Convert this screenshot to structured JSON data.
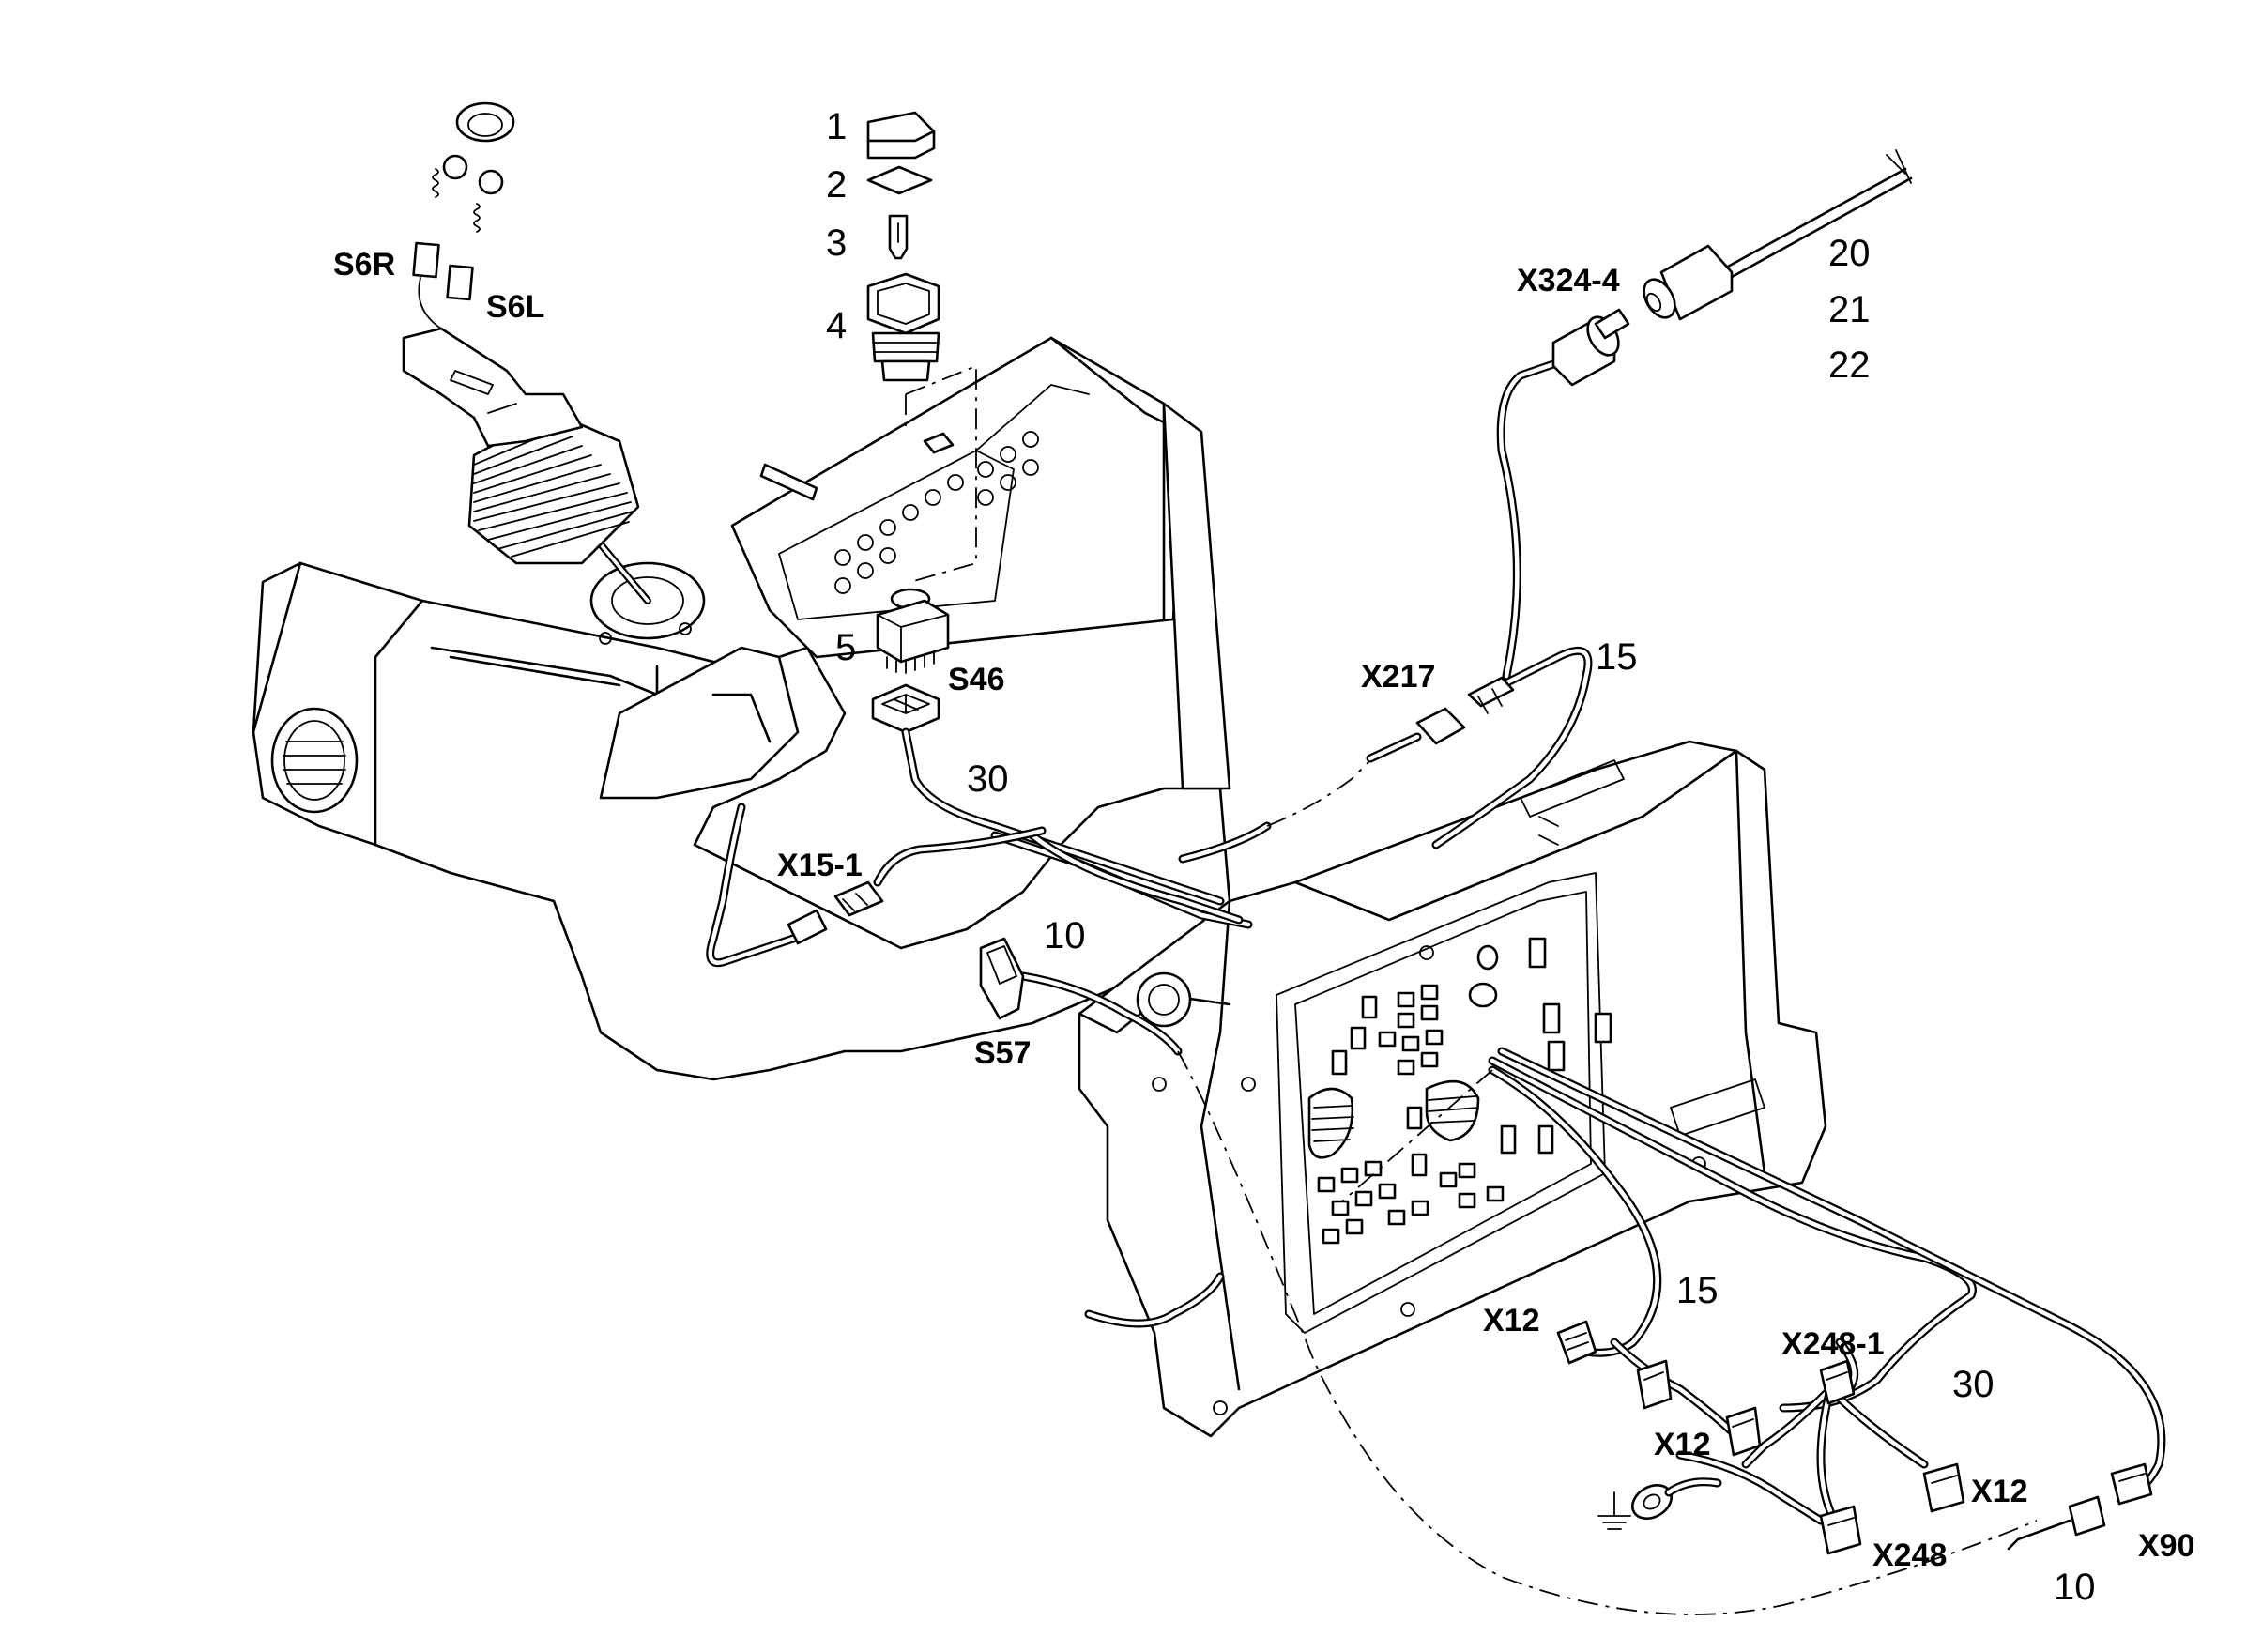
{
  "callouts": {
    "part_1": "1",
    "part_2": "2",
    "part_3": "3",
    "part_4": "4",
    "part_5": "5",
    "part_20": "20",
    "part_21": "21",
    "part_22": "22",
    "part_15_top": "15",
    "part_30_top": "30",
    "part_10_top": "10",
    "part_15_bottom": "15",
    "part_30_bottom": "30",
    "part_10_bottom": "10"
  },
  "connectors": {
    "s6r": "S6R",
    "s6l": "S6L",
    "x324_4": "X324-4",
    "x217": "X217",
    "s46": "S46",
    "x15_1": "X15-1",
    "s57": "S57",
    "x12_a": "X12",
    "x12_b": "X12",
    "x12_c": "X12",
    "x248_1": "X248-1",
    "x248": "X248",
    "x90": "X90"
  },
  "symbols": {
    "ground": "ground-icon"
  }
}
